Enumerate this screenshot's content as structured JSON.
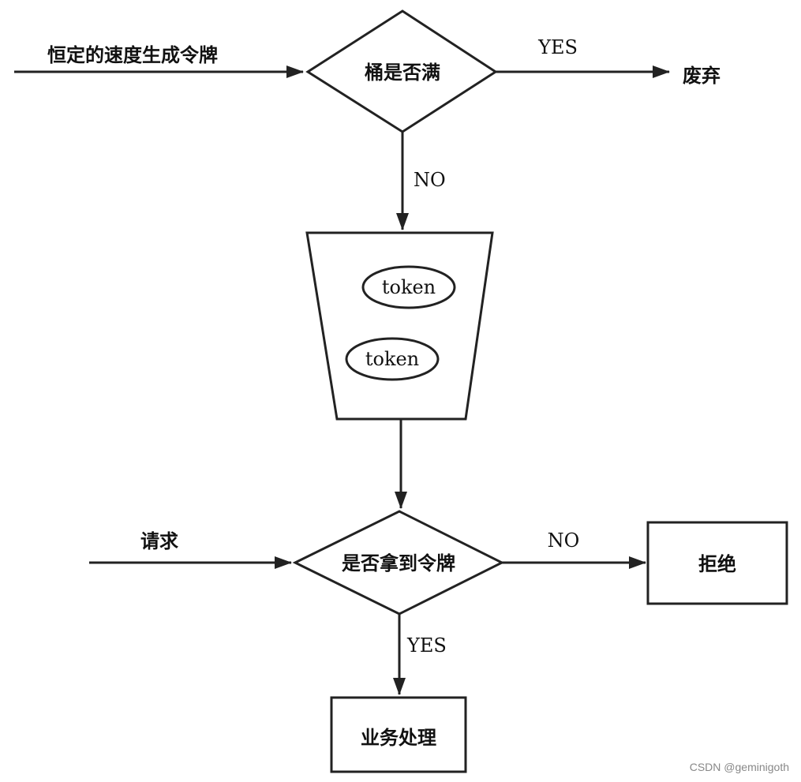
{
  "labels": {
    "generate": "恒定的速度生成令牌",
    "bucket_full": "桶是否满",
    "yes_top": "YES",
    "discard": "废弃",
    "no_top": "NO",
    "token_1": "token",
    "token_2": "token",
    "request": "请求",
    "got_token": "是否拿到令牌",
    "no_bottom": "NO",
    "reject": "拒绝",
    "yes_bottom": "YES",
    "business": "业务处理"
  },
  "watermark": "CSDN @geminigoth"
}
